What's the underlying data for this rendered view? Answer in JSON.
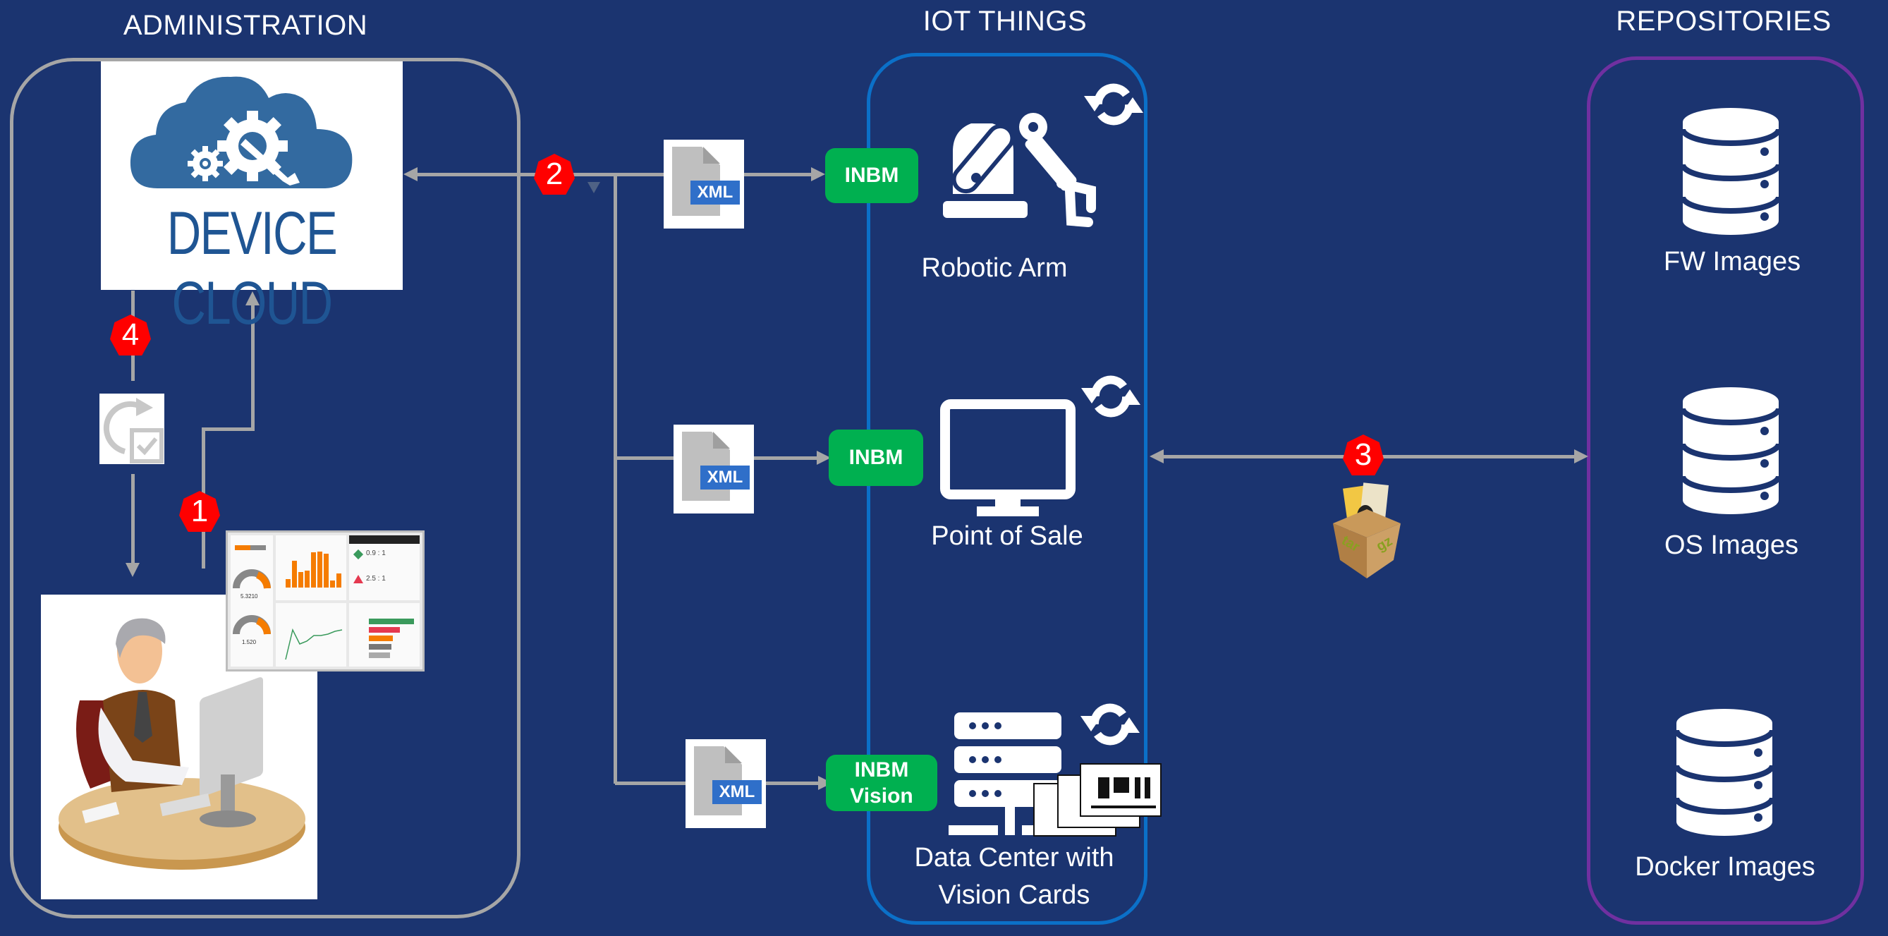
{
  "sections": {
    "administration": {
      "title": "ADMINISTRATION"
    },
    "iot_things": {
      "title": "IOT THINGS"
    },
    "repositories": {
      "title": "REPOSITORIES"
    }
  },
  "administration": {
    "device_cloud": {
      "label": "DEVICE CLOUD"
    },
    "steps": {
      "one": "1",
      "four": "4"
    }
  },
  "flow": {
    "step_two": "2",
    "step_three": "3",
    "xml_label": "XML",
    "package_labels": [
      "tar",
      "gz"
    ]
  },
  "iot_devices": [
    {
      "name": "Robotic Arm",
      "agent": [
        "INBM"
      ],
      "icon": "robotic-arm-icon"
    },
    {
      "name": "Point of Sale",
      "agent": [
        "INBM"
      ],
      "icon": "monitor-icon"
    },
    {
      "name_line1": "Data Center with",
      "name_line2": "Vision Cards",
      "agent": [
        "INBM",
        "Vision"
      ],
      "icon": "server-rack-icon"
    }
  ],
  "repositories": [
    {
      "name": "FW Images"
    },
    {
      "name": "OS Images"
    },
    {
      "name": "Docker Images"
    }
  ],
  "dashboard": {
    "gauge_values": [
      "5.3210",
      "1.520"
    ],
    "ratios": [
      "0.9 : 1",
      "2.5 : 1"
    ]
  },
  "colors": {
    "background": "#1b3470",
    "admin_border": "#a6a6a6",
    "iot_border": "#0b70c8",
    "repo_border": "#7030a0",
    "agent_badge": "#00b050",
    "step_badge": "#ff0000",
    "connector": "#a6a6a6"
  }
}
